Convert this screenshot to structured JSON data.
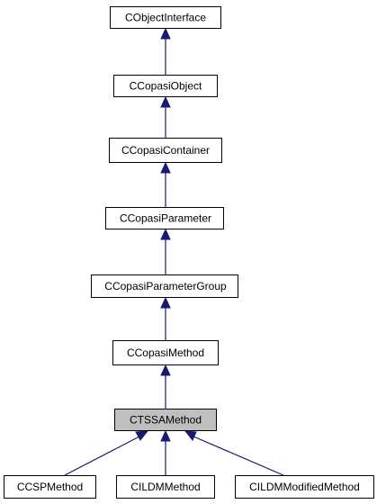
{
  "diagram": {
    "nodes": {
      "cobjectinterface": "CObjectInterface",
      "ccopasiobject": "CCopasiObject",
      "ccopasicontainer": "CCopasiContainer",
      "ccopasiparameter": "CCopasiParameter",
      "ccopasiparametergroup": "CCopasiParameterGroup",
      "ccopasimethod": "CCopasiMethod",
      "ctssamethod": "CTSSAMethod",
      "ccspmethod": "CCSPMethod",
      "cildmmethod": "CILDMMethod",
      "cildmmodifiedmethod": "CILDMModifiedMethod"
    },
    "colors": {
      "edge": "#191970",
      "highlight_fill": "#bfbfbf",
      "box_fill": "#ffffff",
      "box_stroke": "#000000"
    }
  }
}
